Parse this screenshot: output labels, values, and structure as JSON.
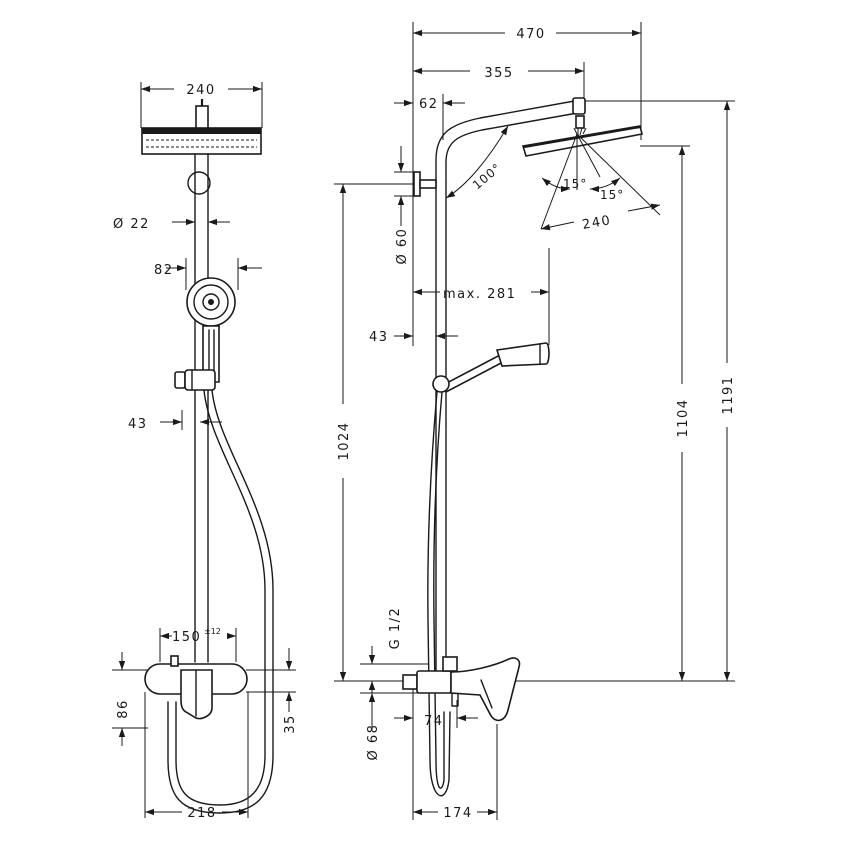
{
  "front_view": {
    "dims": {
      "head_width": "240",
      "pipe_diameter": "Ø 22",
      "hand_shower_offset": "82",
      "rail_offset": "43",
      "mixer_spacing": "150",
      "mixer_spacing_tolerance": "±12",
      "mixer_height": "86",
      "mixer_to_wall": "35",
      "total_width": "218"
    }
  },
  "side_view": {
    "dims": {
      "reach": "470",
      "arm_reach": "355",
      "arm_offset": "62",
      "arm_angle": "100°",
      "spray_angle_left": "15°",
      "spray_angle_right": "15°",
      "head_width": "240",
      "bracket_diameter": "Ø 60",
      "max_reach": "max. 281",
      "rail_offset": "43",
      "bracket_height": "1024",
      "head_height": "1104",
      "total_height": "1191",
      "thread": "G 1/2",
      "outlet_diameter": "Ø 68",
      "outlet_offset": "74",
      "mixer_depth": "174"
    }
  }
}
